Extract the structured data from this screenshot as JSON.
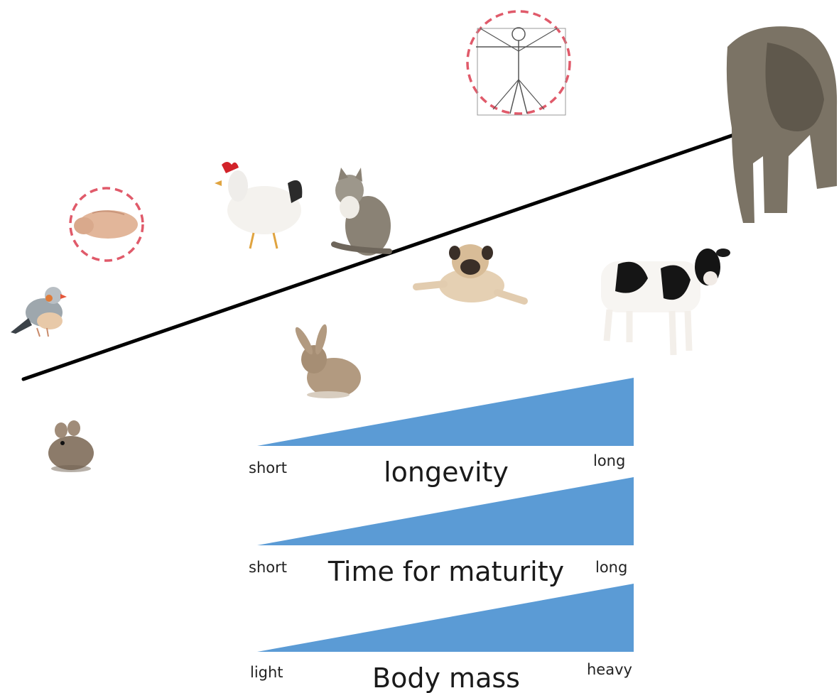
{
  "colors": {
    "wedge_fill": "#5b9bd5",
    "trend_line": "#000000",
    "highlight_ring": "#e05a6a"
  },
  "animals": [
    {
      "name": "zebra-finch-icon"
    },
    {
      "name": "mouse-icon"
    },
    {
      "name": "naked-mole-rat-icon",
      "highlighted": true
    },
    {
      "name": "chicken-icon"
    },
    {
      "name": "cat-icon"
    },
    {
      "name": "rabbit-icon"
    },
    {
      "name": "pug-dog-icon"
    },
    {
      "name": "human-vitruvian-man-icon",
      "highlighted": true
    },
    {
      "name": "cow-icon"
    },
    {
      "name": "elephant-icon"
    }
  ],
  "gradients": [
    {
      "title": "longevity",
      "left_label": "short",
      "right_label": "long"
    },
    {
      "title": "Time for maturity",
      "left_label": "short",
      "right_label": "long"
    },
    {
      "title": "Body mass",
      "left_label": "light",
      "right_label": "heavy"
    }
  ]
}
